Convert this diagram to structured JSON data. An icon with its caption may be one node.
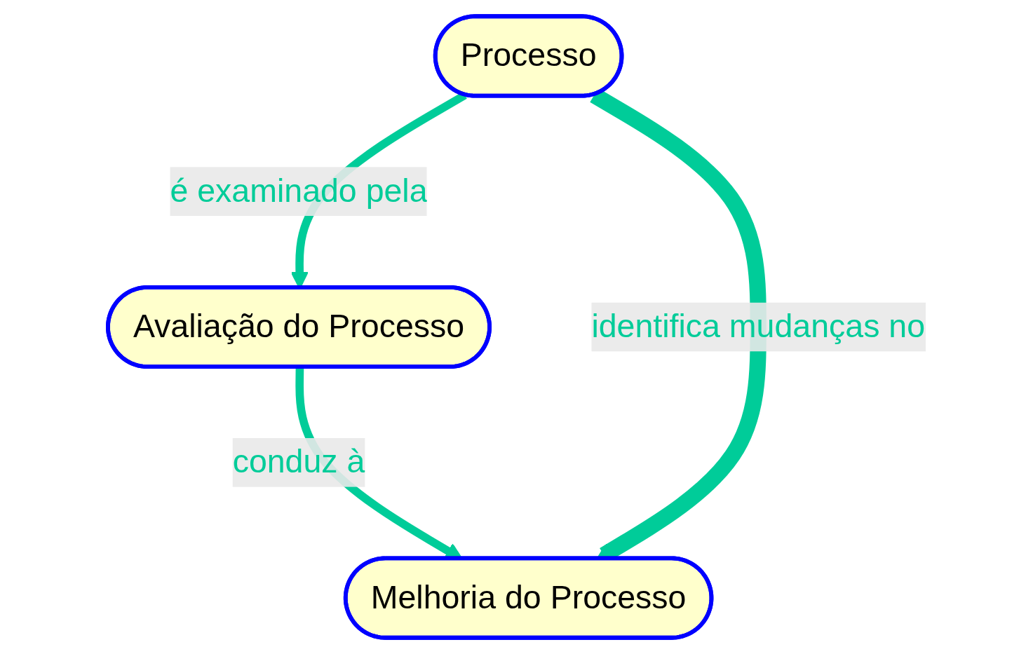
{
  "diagram": {
    "nodes": [
      {
        "text": [
          "Processo"
        ]
      },
      {
        "text": [
          "Avaliação do Processo"
        ]
      },
      {
        "text": [
          "Melhoria do Processo"
        ]
      }
    ],
    "edges": [
      {
        "from": 0,
        "to": 1,
        "arrow": "to",
        "label": "é examinado pela"
      },
      {
        "from": 1,
        "to": 2,
        "arrow": "to",
        "label": "conduz à"
      },
      {
        "from": 0,
        "to": 2,
        "arrow": "to",
        "label": "identifica mudanças no",
        "style": "thick"
      }
    ]
  }
}
